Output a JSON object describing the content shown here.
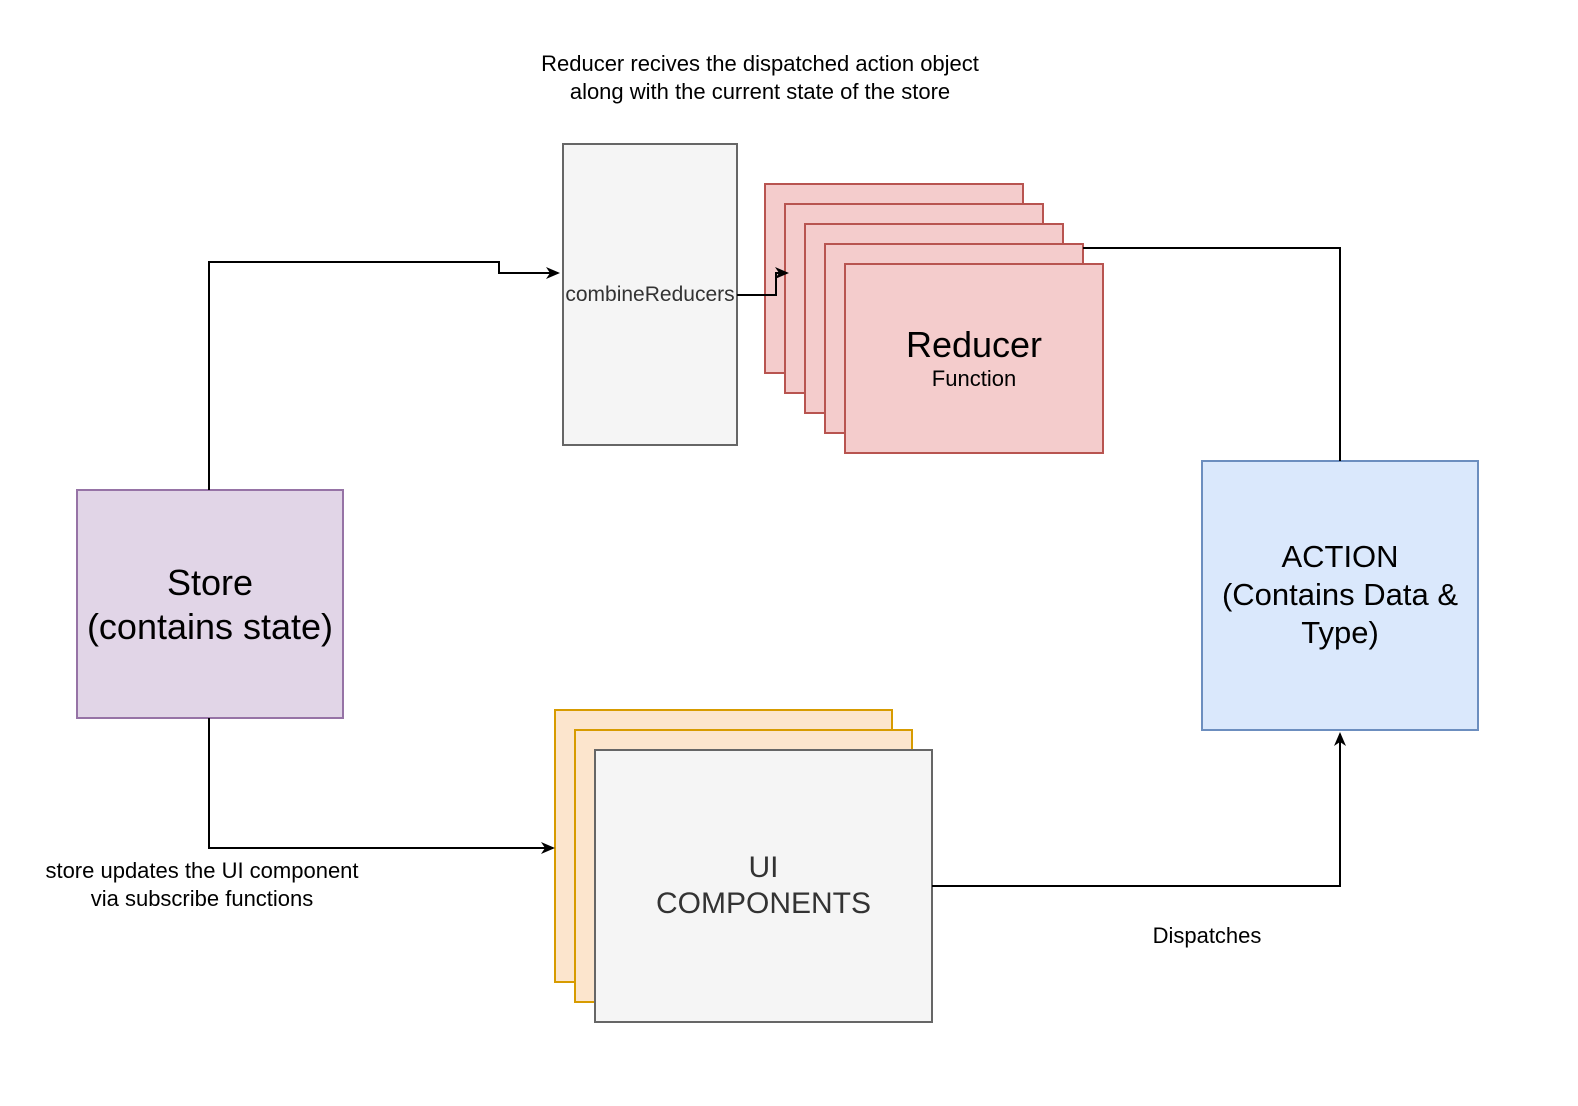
{
  "annotations": {
    "reducer_note_line1": "Reducer recives the dispatched action object",
    "reducer_note_line2": "along with the current state of the store",
    "store_note_line1": "store updates the UI component",
    "store_note_line2": "via subscribe functions",
    "dispatch_note": "Dispatches"
  },
  "nodes": {
    "combine_reducers": "combineReducers",
    "reducer_title": "Reducer",
    "reducer_subtitle": "Function",
    "store_line1": "Store",
    "store_line2": "(contains state)",
    "action_line1": "ACTION",
    "action_line2": "(Contains Data &",
    "action_line3": "Type)",
    "ui_line1": "UI",
    "ui_line2": "COMPONENTS"
  },
  "colors": {
    "combine_fill": "#f5f5f5",
    "combine_stroke": "#666666",
    "reducer_fill": "#f4cccc",
    "reducer_stroke": "#b85450",
    "store_fill": "#e1d5e7",
    "store_stroke": "#9673a6",
    "action_fill": "#dae8fc",
    "action_stroke": "#6c8ebf",
    "ui_back_fill": "#fce5cd",
    "ui_back_stroke": "#d79b00",
    "ui_front_fill": "#f5f5f5",
    "ui_front_stroke": "#666666",
    "edge": "#000000"
  }
}
